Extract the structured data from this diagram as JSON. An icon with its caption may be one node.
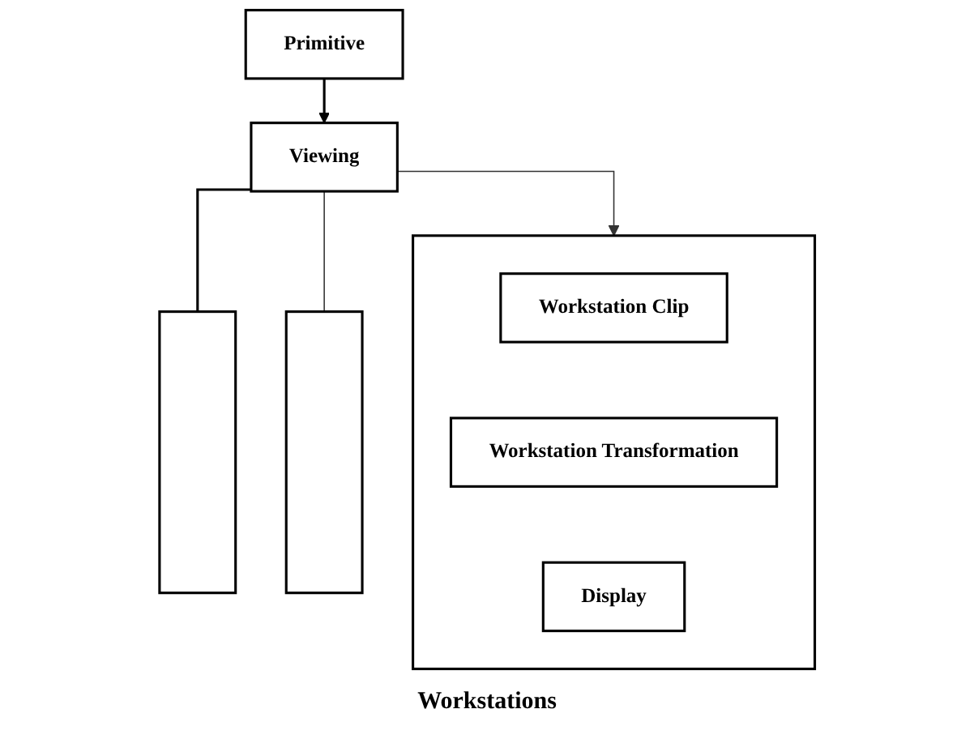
{
  "diagram": {
    "caption": "Workstations",
    "nodes": [
      {
        "text": [
          "Primitive"
        ]
      },
      {
        "text": [
          "Viewing"
        ]
      },
      {
        "text": [],
        "shape": "box"
      },
      {
        "text": [],
        "shape": "box"
      },
      {
        "text": [
          "Workstation Clip"
        ],
        "in": 3
      },
      {
        "text": [
          "Workstation Transformation"
        ],
        "in": 3
      },
      {
        "text": [
          "Display"
        ],
        "in": 3
      },
      {
        "text": [],
        "shape": "box"
      }
    ],
    "edges": [
      {
        "from": 0,
        "to": 1,
        "arrow": "to"
      },
      {
        "from": 1,
        "to": 2,
        "arrow": "none"
      },
      {
        "from": 1,
        "to": 3,
        "arrow": "to"
      },
      {
        "from": 1,
        "to": 7,
        "arrow": "none"
      }
    ]
  }
}
